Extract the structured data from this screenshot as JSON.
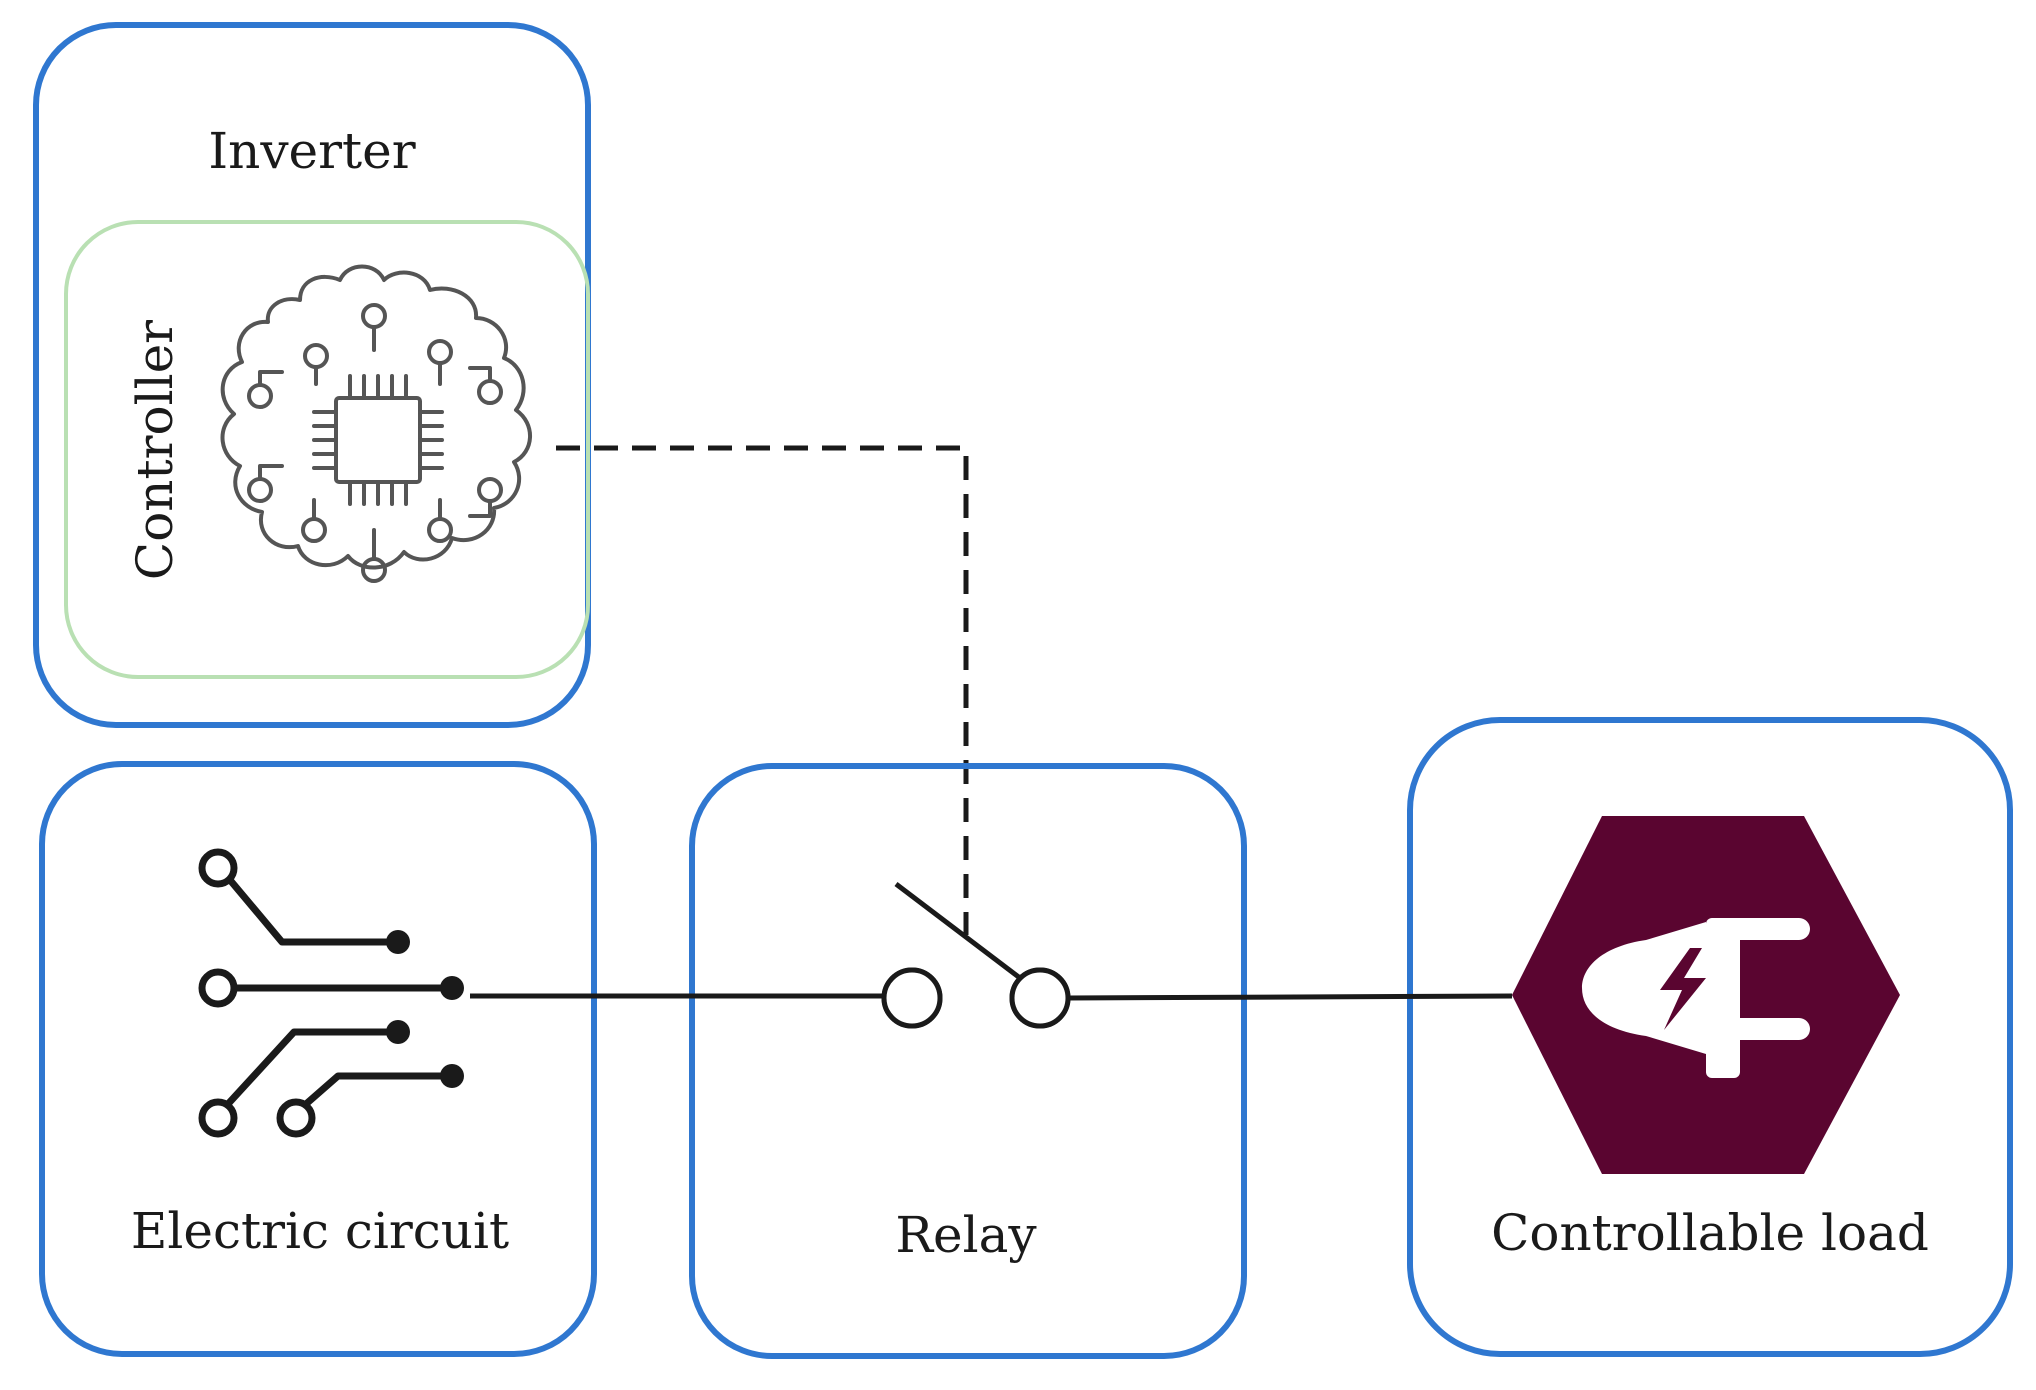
{
  "nodes": {
    "inverter": {
      "label": "Inverter"
    },
    "controller": {
      "label": "Controller",
      "icon": "brain-chip-icon"
    },
    "electric_circuit": {
      "label": "Electric circuit",
      "icon": "circuit-traces-icon"
    },
    "relay": {
      "label": "Relay",
      "icon": "switch-icon"
    },
    "controllable_load": {
      "label": "Controllable load",
      "icon": "plug-hexagon-icon"
    }
  },
  "edges": [
    {
      "from": "controller",
      "to": "relay",
      "style": "dashed"
    },
    {
      "from": "electric_circuit",
      "to": "relay",
      "style": "solid"
    },
    {
      "from": "relay",
      "to": "controllable_load",
      "style": "solid"
    }
  ],
  "colors": {
    "box_border": "#2f77d0",
    "controller_border": "#b9e0b3",
    "load_fill": "#5a0530",
    "line": "#1a1a1a",
    "icon_gray": "#555555"
  }
}
